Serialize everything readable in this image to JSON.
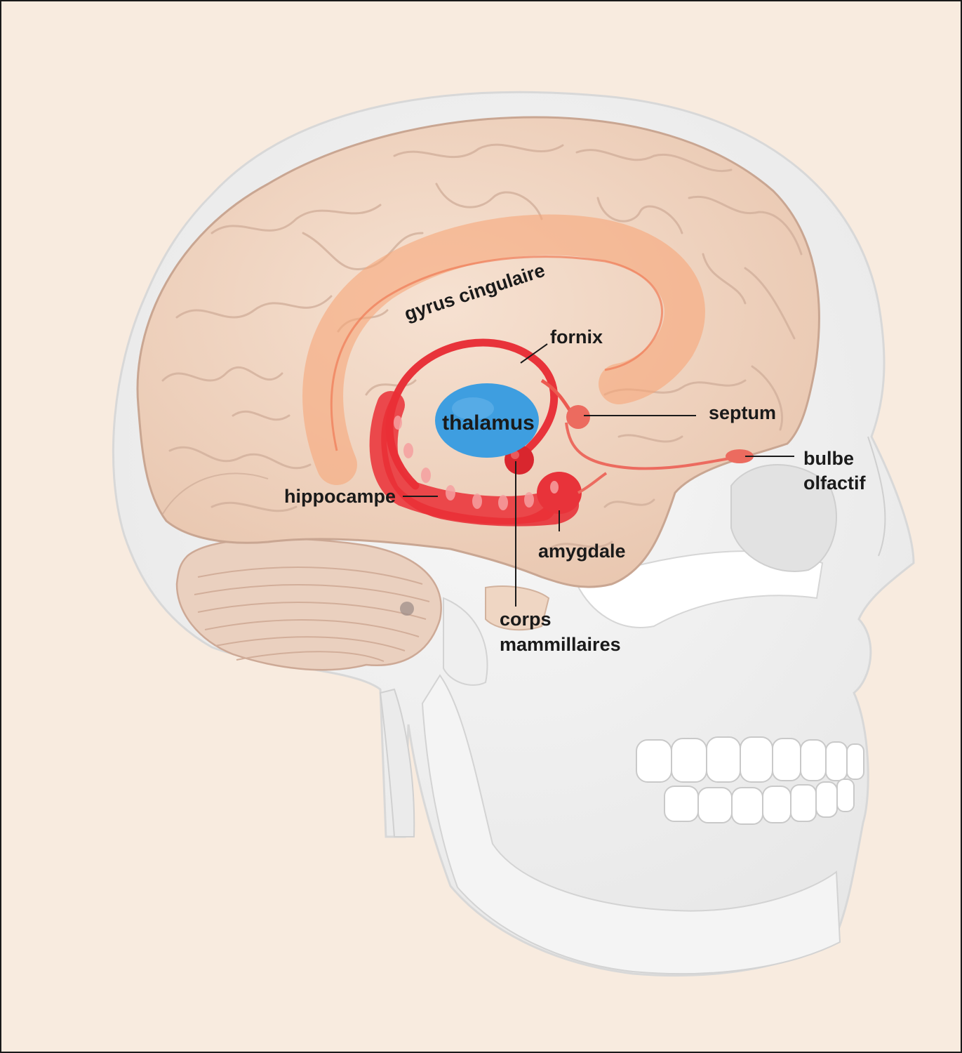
{
  "colors": {
    "background": "#f8ebdf",
    "skull": "#f1f1f1",
    "brain": "#efd2bd",
    "gyrus_cingulaire": "#f5a77a",
    "limbic_red": "#e8333a",
    "thalamus": "#3e9ee0",
    "text": "#1a1a1a"
  },
  "labels": {
    "gyrus_cingulaire": "gyrus cingulaire",
    "fornix": "fornix",
    "thalamus": "thalamus",
    "septum": "septum",
    "bulbe_line1": "bulbe",
    "bulbe_line2": "olfactif",
    "hippocampe": "hippocampe",
    "amygdale": "amygdale",
    "corps_line1": "corps",
    "corps_line2": "mammillaires"
  }
}
